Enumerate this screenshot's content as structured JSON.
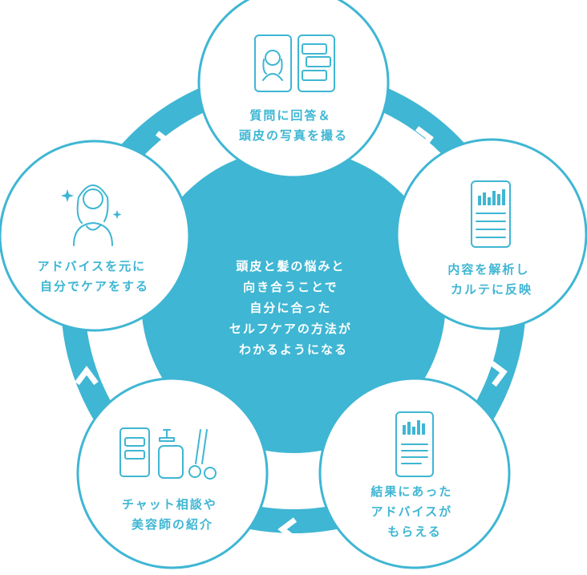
{
  "colors": {
    "accent": "#3fb6d3",
    "background": "#ffffff",
    "center_text": "#ffffff"
  },
  "center": {
    "lines": [
      "頭皮と髪の悩みと",
      "向き合うことで",
      "自分に合った",
      "セルフケアの方法が",
      "わかるようになる"
    ]
  },
  "steps": [
    {
      "icon": "phone-chat-portrait-icon",
      "lines": [
        "質問に回答＆",
        "頭皮の写真を撮る"
      ]
    },
    {
      "icon": "phone-chart-icon",
      "lines": [
        "内容を解析し",
        "カルテに反映"
      ]
    },
    {
      "icon": "phone-report-icon",
      "lines": [
        "結果にあった",
        "アドバイスが",
        "もらえる"
      ]
    },
    {
      "icon": "products-scissors-icon",
      "lines": [
        "チャット相談や",
        "美容師の紹介"
      ]
    },
    {
      "icon": "sparkling-woman-icon",
      "lines": [
        "アドバイスを元に",
        "自分でケアをする"
      ]
    }
  ]
}
